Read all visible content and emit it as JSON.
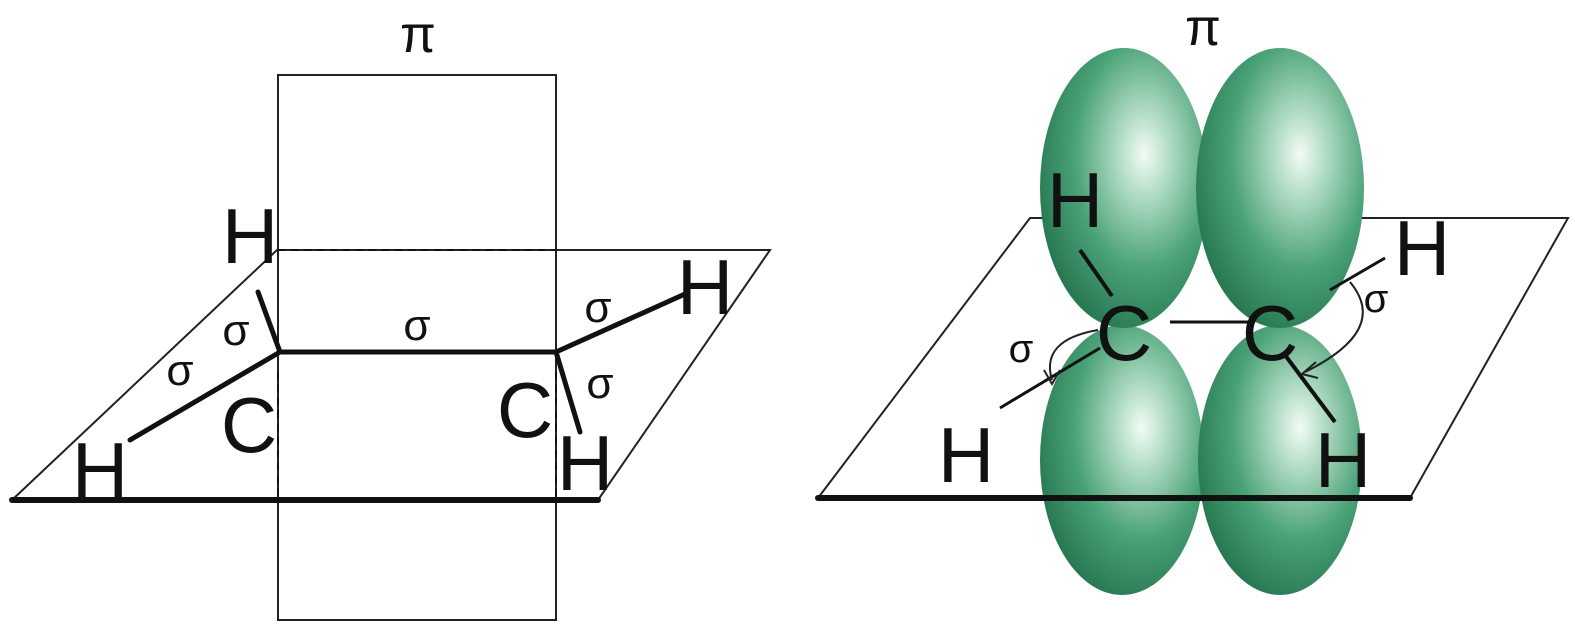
{
  "left_diagram": {
    "pi_label": "π",
    "atoms": {
      "h_top": "H",
      "h_right": "H",
      "h_left": "H",
      "h_bottom_right": "H",
      "c_left": "C",
      "c_right": "C"
    },
    "bonds": {
      "sigma_cc": "σ",
      "sigma_top_left": "σ",
      "sigma_left": "σ",
      "sigma_top_right": "σ",
      "sigma_bottom_right": "σ"
    }
  },
  "right_diagram": {
    "pi_label": "π",
    "atoms": {
      "h_top_left": "H",
      "h_top_right": "H",
      "h_bottom_left": "H",
      "h_bottom_right": "H",
      "c_left": "C",
      "c_right": "C"
    },
    "bonds": {
      "sigma_left": "σ",
      "sigma_right": "σ"
    },
    "colors": {
      "orbital_light": "#9fd4b4",
      "orbital_mid": "#3f9a6c",
      "orbital_dark": "#1f6b45"
    }
  }
}
